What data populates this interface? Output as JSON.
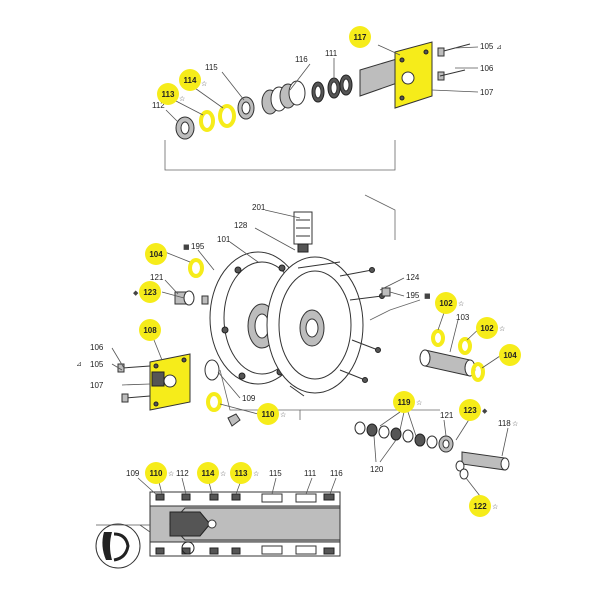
{
  "callouts": {
    "p117": "117",
    "p114_top": "114",
    "p113_top": "113",
    "p104_left": "104",
    "p123_left": "123",
    "p108": "108",
    "p110_mid": "110",
    "p102_a": "102",
    "p102_b": "102",
    "p104_right": "104",
    "p119": "119",
    "p123_right": "123",
    "p122": "122",
    "p110_bot": "110",
    "p114_bot": "114",
    "p113_bot": "113"
  },
  "labels": {
    "l105_top": "105",
    "l106_top": "106",
    "l107_top": "107",
    "l116_top": "116",
    "l111_top": "111",
    "l115_top": "115",
    "l112_top": "112",
    "l201": "201",
    "l128": "128",
    "l195_left": "195",
    "l101": "101",
    "l124": "124",
    "l195_right": "195",
    "l121_left": "121",
    "l103": "103",
    "l106_left": "106",
    "l105_left": "105",
    "l107_left": "107",
    "l109": "109",
    "l121_right": "121",
    "l118": "118",
    "l120": "120",
    "l109_bot": "109",
    "l112_bot": "112",
    "l115_bot": "115",
    "l111_bot": "111",
    "l116_bot": "116"
  },
  "symbols": {
    "diamond": "◆",
    "square": "■",
    "star": "☆",
    "arrow_torque": "⊿"
  },
  "colors": {
    "highlight": "#f6ec1a",
    "line": "#333333",
    "grey": "#bdbdbd"
  }
}
